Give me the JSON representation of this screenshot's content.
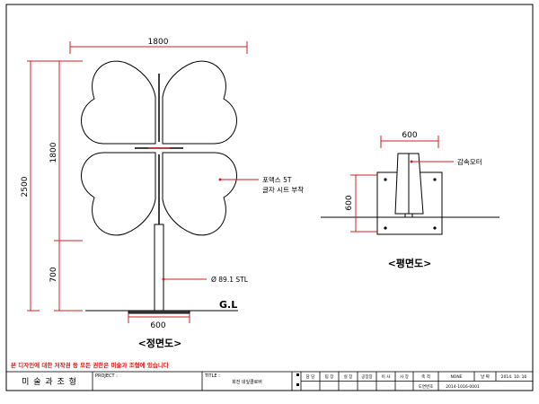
{
  "front_view": {
    "dim_width": "1800",
    "dim_top_height": "1800",
    "dim_total_height": "2500",
    "dim_pole_height": "700",
    "dim_base": "600",
    "note_material_line1": "포맥스 5T",
    "note_material_line2": "글자 시트 부착",
    "note_pipe": "Ø 89.1 STL",
    "ground_label": "G.L",
    "caption": "<정면도>"
  },
  "plan_view": {
    "dim_width": "600",
    "dim_height": "600",
    "note_motor": "감속모터",
    "caption": "<평면도>"
  },
  "footer": {
    "copyright_notice": "본 디자인에 대한 저작권 등 모든 권한은 미술과 조형에 있습니다",
    "company_name": "미 술 과 조 형",
    "project_label": "PROJECT :",
    "title_label": "TITLE :",
    "title_value": "회전 네잎클로버",
    "approval_cells": [
      "담 당",
      "팀 장",
      "실 장",
      "공장장",
      "이 사",
      "사 장"
    ],
    "scale_label": "축 척",
    "scale_value": "NONE",
    "date_label": "날 짜",
    "date_value": "2014. 10. 16",
    "drawing_no_label": "도면번호",
    "drawing_no_value": "2014-1016-0001"
  },
  "colors": {
    "dimension": "#d41e1e",
    "outline": "#000000"
  }
}
